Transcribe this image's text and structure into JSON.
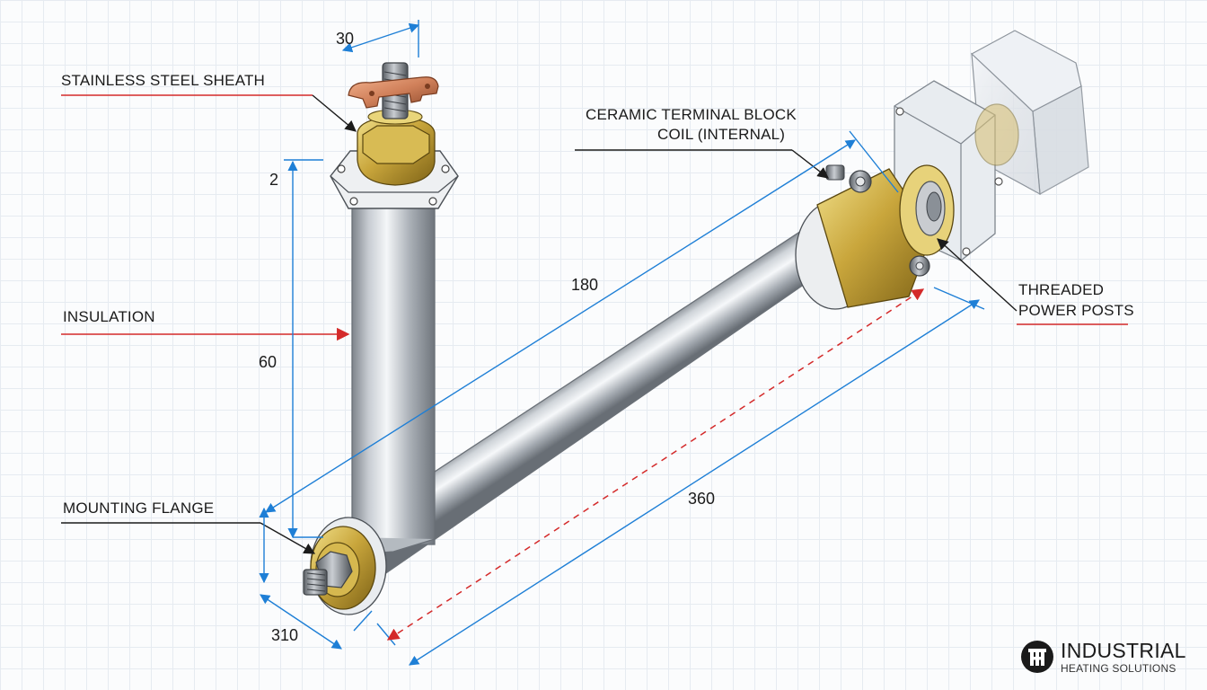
{
  "labels": {
    "stainless_steel_sheath": "STAINLESS STEEL SHEATH",
    "insulation": "INSULATION",
    "mounting_flange": "MOUNTING FLANGE",
    "ceramic_terminal_block": "CERAMIC TERMINAL BLOCK",
    "coil_internal": "COIL (INTERNAL)",
    "threaded_power_posts_line1": "THREADED",
    "threaded_power_posts_line2": "POWER POSTS"
  },
  "dimensions": {
    "top_width": "30",
    "top_offset": "2",
    "vertical_length": "60",
    "diagonal_length": "180",
    "overall_length": "360",
    "base_width": "310"
  },
  "logo": {
    "line1": "INDUSTRIAL",
    "line2": "HEATING SOLUTIONS"
  },
  "colors": {
    "dimension_line": "#1e7fd6",
    "leader_accent": "#d42a2a",
    "brass": "#c4a43a",
    "copper": "#d0805a",
    "steel": "#b9bec4"
  }
}
